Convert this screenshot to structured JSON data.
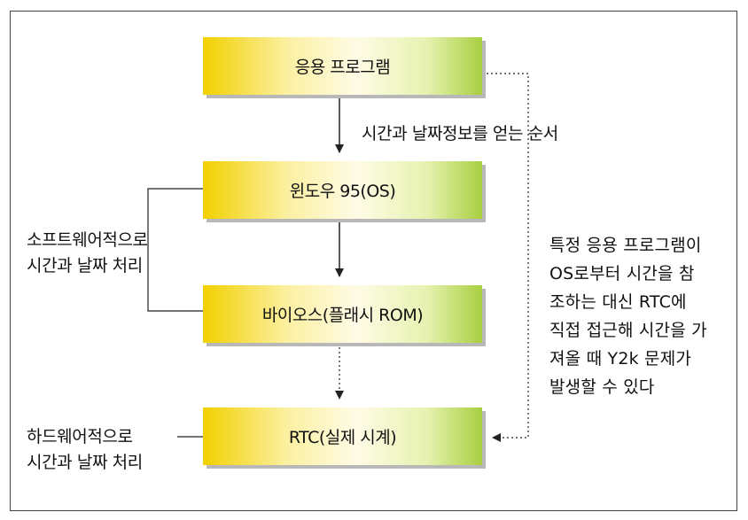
{
  "diagram": {
    "boxes": [
      {
        "id": "app",
        "label": "응용 프로그램"
      },
      {
        "id": "os",
        "label": "윈도우 95(OS)"
      },
      {
        "id": "bios",
        "label": "바이오스(플래시 ROM)"
      },
      {
        "id": "rtc",
        "label": "RTC(실제 시계)"
      }
    ],
    "order_label": "시간과 날짜정보를 얻는 순서",
    "software_label": [
      "소프트웨어적으로",
      "시간과 날짜 처리"
    ],
    "hardware_label": [
      "하드웨어적으로",
      "시간과 날짜 처리"
    ],
    "note": [
      "특정 응용 프로그램이",
      "OS로부터 시간을 참",
      "조하는 대신 RTC에",
      "직접 접근해 시간을 가",
      "져올 때 Y2k 문제가",
      "발생할 수 있다"
    ]
  }
}
